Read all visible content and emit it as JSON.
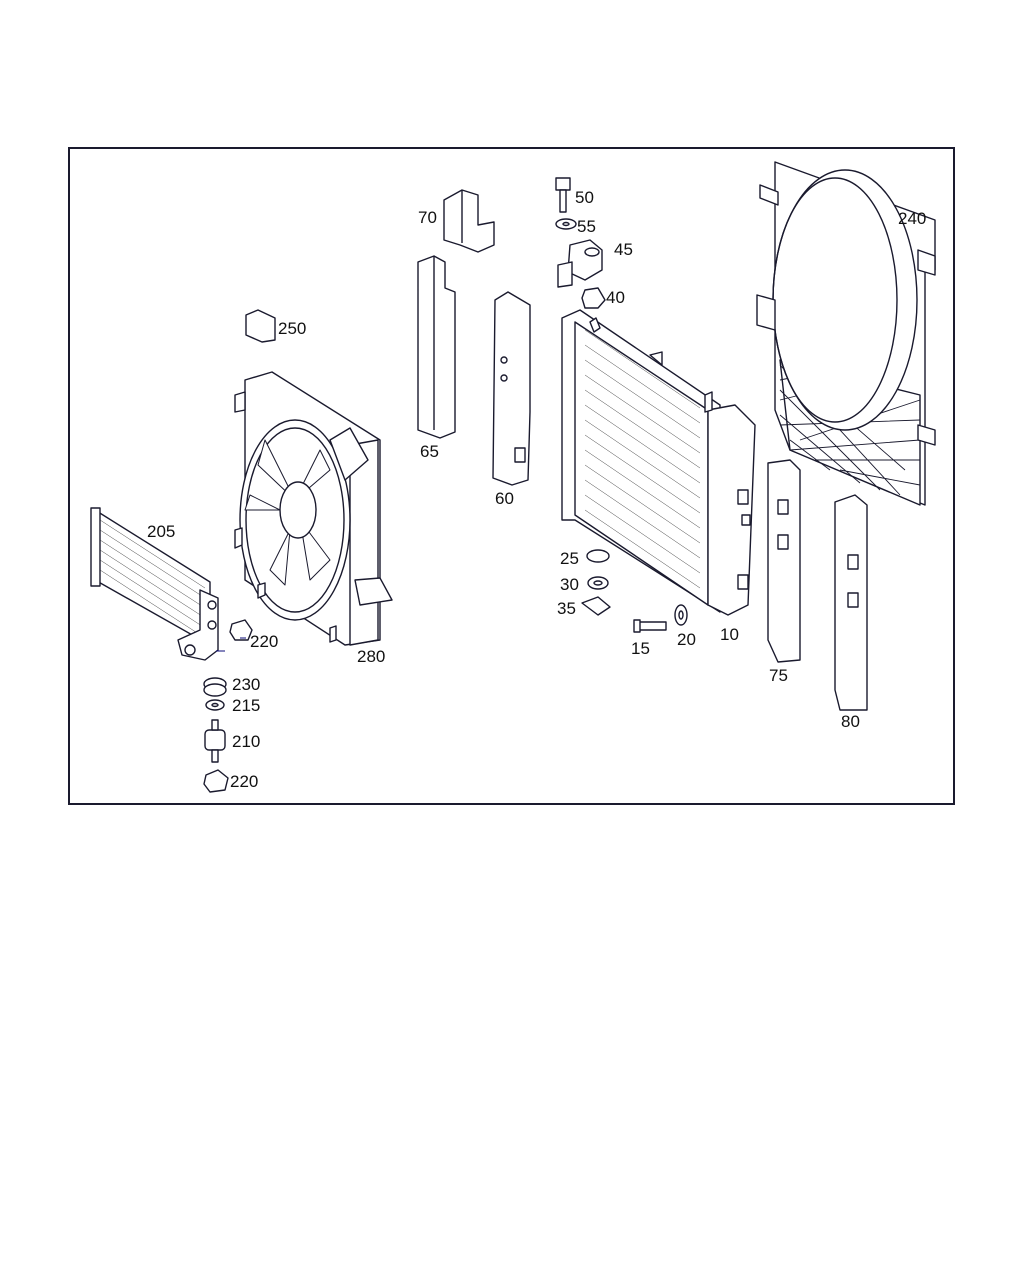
{
  "diagram": {
    "colors": {
      "frame": "#1a1a2e",
      "line": "#1a1a2e",
      "accent": "#0b0b7a"
    },
    "parts": [
      {
        "id": "p10",
        "label": "10"
      },
      {
        "id": "p15",
        "label": "15"
      },
      {
        "id": "p20",
        "label": "20"
      },
      {
        "id": "p25",
        "label": "25"
      },
      {
        "id": "p30",
        "label": "30"
      },
      {
        "id": "p35",
        "label": "35"
      },
      {
        "id": "p40",
        "label": "40"
      },
      {
        "id": "p45",
        "label": "45"
      },
      {
        "id": "p50",
        "label": "50"
      },
      {
        "id": "p55",
        "label": "55"
      },
      {
        "id": "p60",
        "label": "60"
      },
      {
        "id": "p65",
        "label": "65"
      },
      {
        "id": "p70",
        "label": "70"
      },
      {
        "id": "p75",
        "label": "75"
      },
      {
        "id": "p80",
        "label": "80"
      },
      {
        "id": "p205",
        "label": "205"
      },
      {
        "id": "p210",
        "label": "210"
      },
      {
        "id": "p215",
        "label": "215"
      },
      {
        "id": "p220a",
        "label": "220"
      },
      {
        "id": "p220b",
        "label": "220"
      },
      {
        "id": "p230",
        "label": "230"
      },
      {
        "id": "p240",
        "label": "240"
      },
      {
        "id": "p250",
        "label": "250"
      },
      {
        "id": "p280",
        "label": "280"
      }
    ]
  }
}
